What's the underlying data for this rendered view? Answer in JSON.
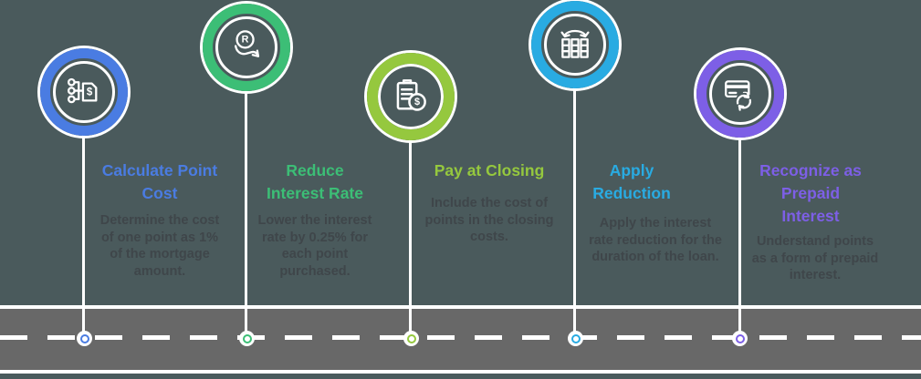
{
  "page": {
    "background_color": "#4a5a5c",
    "road_color": "#686868",
    "road_line_color": "#ffffff",
    "body_text_color": "#3f464a"
  },
  "steps": [
    {
      "title": "Calculate Point\nCost",
      "description": "Determine the cost\nof one point as 1%\nof the mortgage\namount.",
      "color": "#4a7ce2",
      "icon": "flowchart-dollar-tag-icon"
    },
    {
      "title": "Reduce\nInterest Rate",
      "description": "Lower the interest\nrate by 0.25% for\neach point\npurchased.",
      "color": "#3cbe76",
      "icon": "rate-decrease-icon"
    },
    {
      "title": "Pay at Closing",
      "description": "Include the cost of\npoints in the closing\ncosts.",
      "color": "#95c83e",
      "icon": "clipboard-dollar-icon"
    },
    {
      "title": "Apply\nReduction",
      "description": "Apply the interest\nrate reduction for the\nduration of the loan.",
      "color": "#29abe2",
      "icon": "columns-compare-icon"
    },
    {
      "title": "Recognize as\nPrepaid\nInterest",
      "description": "Understand points\nas a form of prepaid\ninterest.",
      "color": "#7d5fe6",
      "icon": "credit-card-refresh-icon"
    }
  ]
}
